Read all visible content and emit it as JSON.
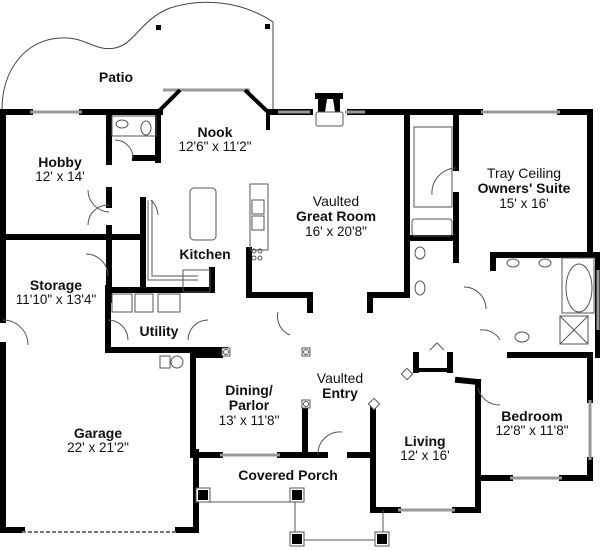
{
  "plan": {
    "colors": {
      "wall": "#000000",
      "thin": "#555555",
      "window": "#bbbbbb",
      "background": "#ffffff"
    },
    "rooms": [
      {
        "id": "patio",
        "name": "Patio",
        "prefix": "",
        "dims": ""
      },
      {
        "id": "nook",
        "name": "Nook",
        "prefix": "",
        "dims": "12'6\" x 11'2\""
      },
      {
        "id": "hobby",
        "name": "Hobby",
        "prefix": "",
        "dims": "12' x 14'"
      },
      {
        "id": "great-room",
        "name": "Great Room",
        "prefix": "Vaulted",
        "dims": "16' x 20'8\""
      },
      {
        "id": "owners-suite",
        "name": "Owners' Suite",
        "prefix": "Tray Ceiling",
        "dims": "15' x 16'"
      },
      {
        "id": "kitchen",
        "name": "Kitchen",
        "prefix": "",
        "dims": ""
      },
      {
        "id": "storage",
        "name": "Storage",
        "prefix": "",
        "dims": "11'10\" x 13'4\""
      },
      {
        "id": "utility",
        "name": "Utility",
        "prefix": "",
        "dims": ""
      },
      {
        "id": "dining-parlor",
        "name": "Dining/ Parlor",
        "name_line1": "Dining/",
        "name_line2": "Parlor",
        "prefix": "",
        "dims": "13' x 11'8\""
      },
      {
        "id": "entry",
        "name": "Entry",
        "prefix": "Vaulted",
        "dims": ""
      },
      {
        "id": "garage",
        "name": "Garage",
        "prefix": "",
        "dims": "22' x 21'2\""
      },
      {
        "id": "living",
        "name": "Living",
        "prefix": "",
        "dims": "12' x 16'"
      },
      {
        "id": "bedroom",
        "name": "Bedroom",
        "prefix": "",
        "dims": "12'8\" x 11'8\""
      },
      {
        "id": "covered-porch",
        "name": "Covered Porch",
        "prefix": "",
        "dims": ""
      }
    ]
  }
}
